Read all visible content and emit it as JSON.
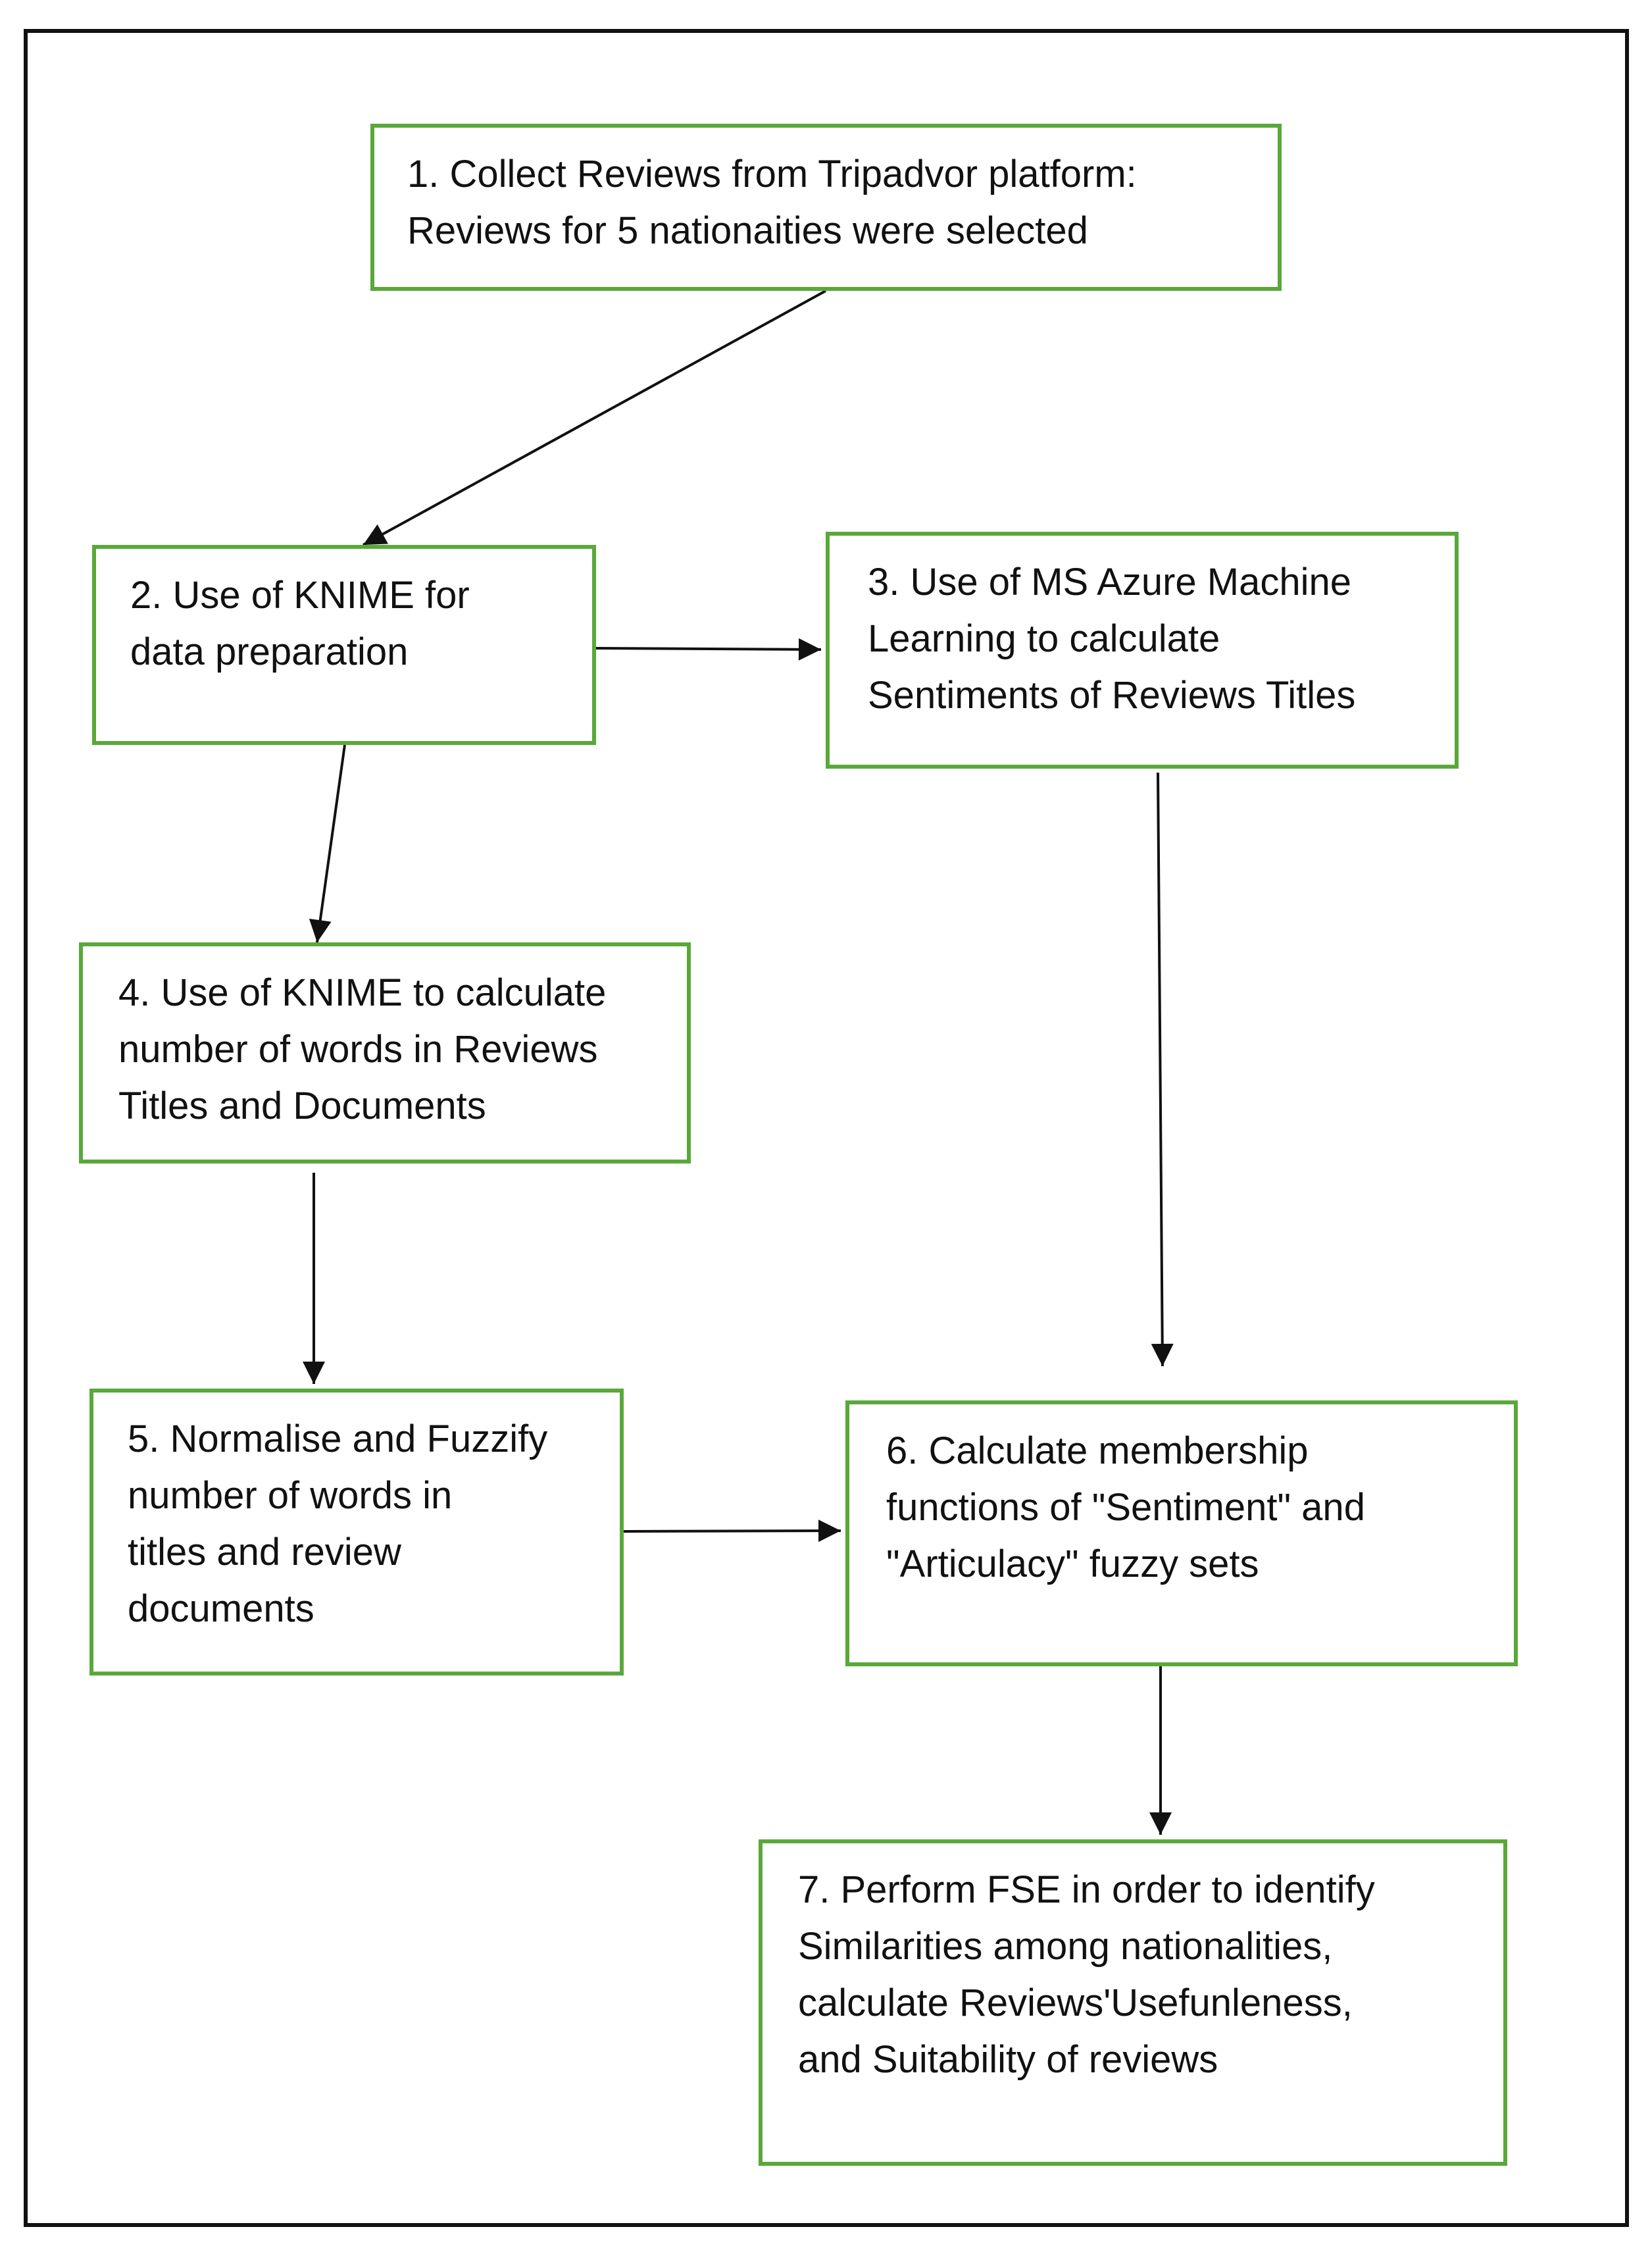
{
  "colors": {
    "box_border": "#5aa83a",
    "frame_border": "#111111",
    "arrow": "#111111",
    "text": "#111111"
  },
  "steps": [
    {
      "id": 1,
      "lines": [
        "1. Collect Reviews from Tripadvor platform:",
        "Reviews for 5 nationaities were selected"
      ]
    },
    {
      "id": 2,
      "lines": [
        "2. Use of KNIME for",
        "data preparation"
      ]
    },
    {
      "id": 3,
      "lines": [
        "3. Use of MS Azure Machine",
        "Learning to calculate",
        "Sentiments of Reviews Titles"
      ]
    },
    {
      "id": 4,
      "lines": [
        "4. Use of KNIME to calculate",
        "number of words in Reviews",
        "Titles and Documents"
      ]
    },
    {
      "id": 5,
      "lines": [
        "5. Normalise and Fuzzify",
        "number of words in",
        "titles and review",
        "documents"
      ]
    },
    {
      "id": 6,
      "lines": [
        "6. Calculate membership",
        "functions of \"Sentiment\" and",
        "\"Articulacy\" fuzzy sets"
      ]
    },
    {
      "id": 7,
      "lines": [
        "7. Perform FSE in order to identify",
        "Similarities  among nationalities,",
        "calculate Reviews'Usefunleness,",
        "and  Suitability of reviews"
      ]
    }
  ],
  "connections": [
    {
      "from": 1,
      "to": 2
    },
    {
      "from": 2,
      "to": 3
    },
    {
      "from": 2,
      "to": 4
    },
    {
      "from": 3,
      "to": 6
    },
    {
      "from": 4,
      "to": 5
    },
    {
      "from": 5,
      "to": 6
    },
    {
      "from": 6,
      "to": 7
    }
  ]
}
